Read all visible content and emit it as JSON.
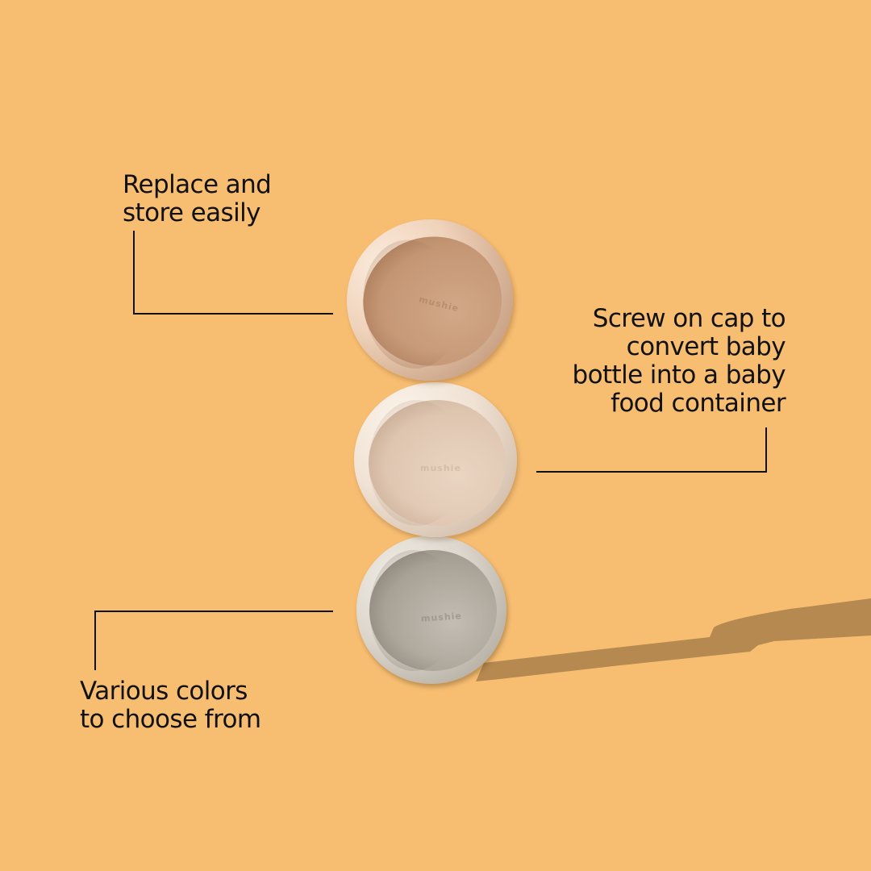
{
  "colors": {
    "background": "#F7BE72",
    "text": "#111111",
    "shadow": "#B5894F"
  },
  "callouts": [
    {
      "id": "replace-store",
      "text": "Replace and\nstore easily"
    },
    {
      "id": "screw-on-cap",
      "text": "Screw on cap to\nconvert baby\nbottle into a baby\nfood container"
    },
    {
      "id": "various-colors",
      "text": "Various colors\nto choose from"
    }
  ],
  "product": {
    "caps": [
      {
        "name": "top-cap",
        "color": "tan / blush",
        "logo": "mushie"
      },
      {
        "name": "middle-cap",
        "color": "cream / ivory",
        "logo": "mushie"
      },
      {
        "name": "bottom-cap",
        "color": "stone / sage grey",
        "logo": "mushie"
      }
    ]
  }
}
